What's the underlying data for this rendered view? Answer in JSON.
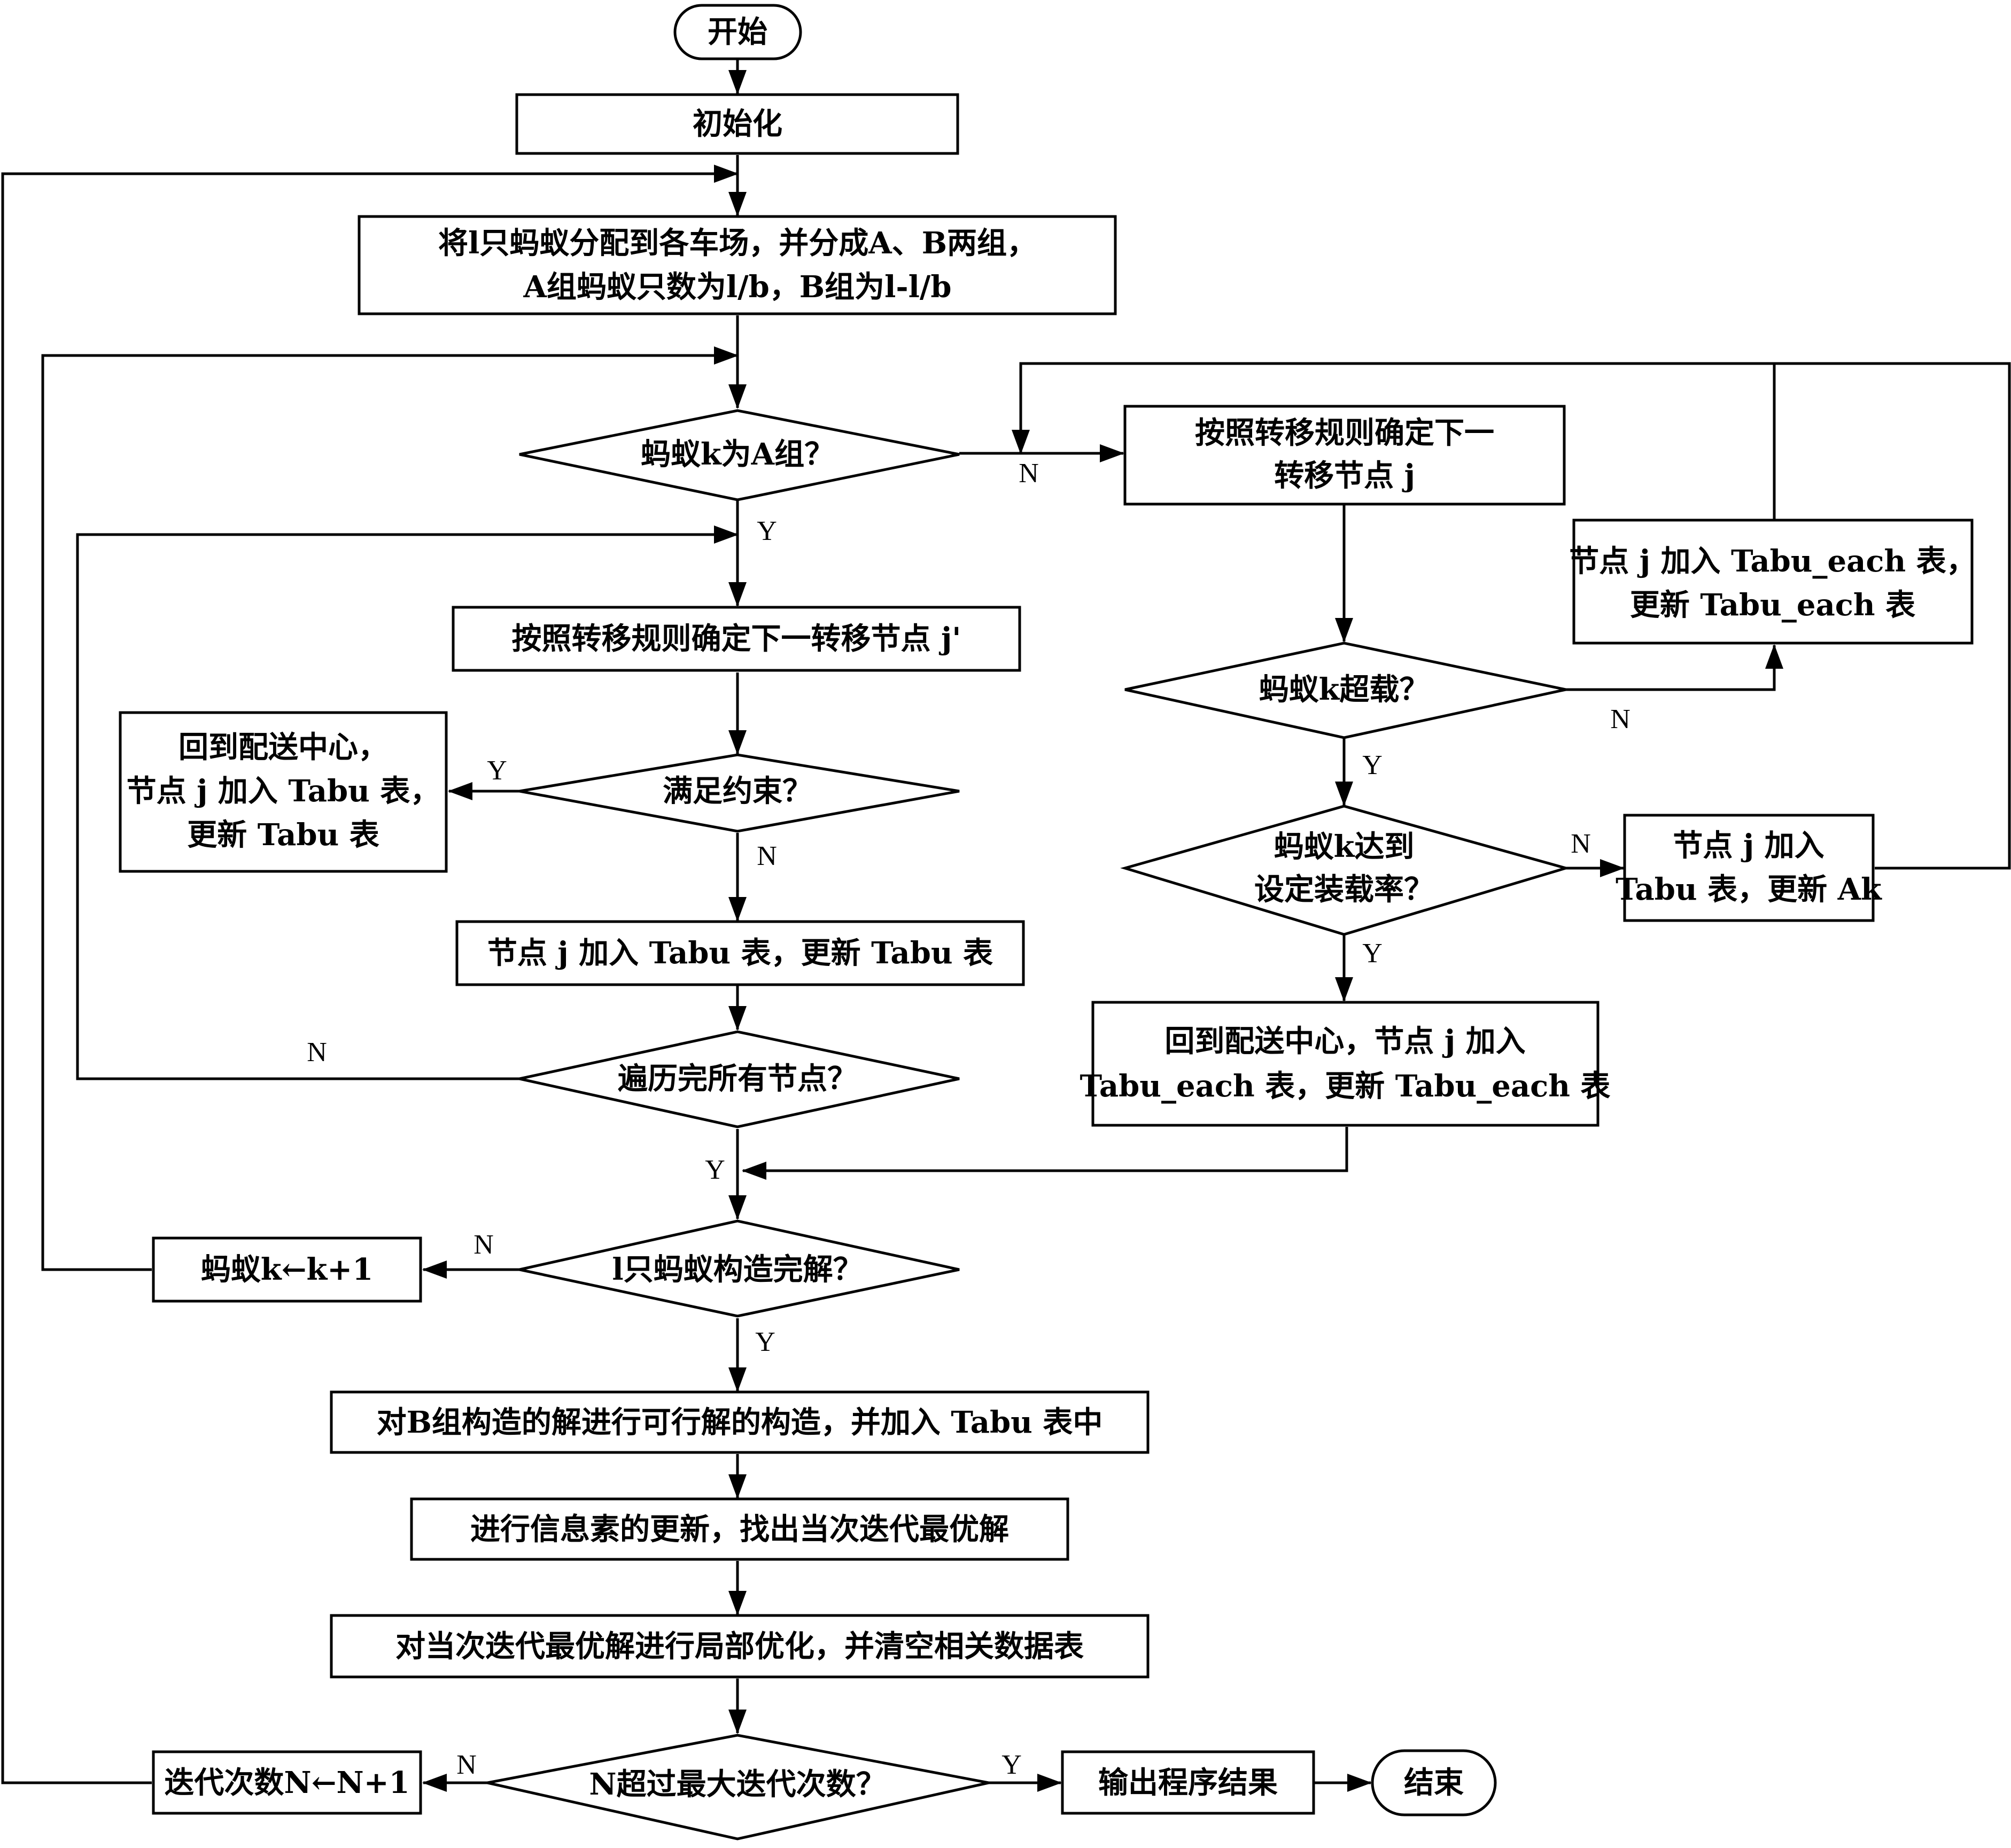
{
  "nodes": {
    "start": "开始",
    "init": "初始化",
    "assign_1": "将l只蚂蚁分配到各车场，并分成A、B两组，",
    "assign_2": "A组蚂蚁只数为l/b，B组为l-l/b",
    "is_group_a": "蚂蚁k为A组？",
    "a_next_node": "按照转移规则确定下一转移节点 j'",
    "a_constraint": "满足约束？",
    "a_return_1": "回到配送中心，",
    "a_return_2": "节点 j 加入 Tabu 表，",
    "a_return_3": "更新 Tabu 表",
    "a_add_tabu": "节点 j 加入 Tabu 表，更新 Tabu 表",
    "a_all_visited": "遍历完所有节点？",
    "b_next_1": "按照转移规则确定下一",
    "b_next_2": "转移节点 j",
    "b_each_1": "节点 j 加入 Tabu_each 表，",
    "b_each_2": "更新 Tabu_each 表",
    "b_overload": "蚂蚁k超载？",
    "b_rate_1": "蚂蚁k达到",
    "b_rate_2": "设定装载率？",
    "b_add_ak_1": "节点 j 加入",
    "b_add_ak_2": "Tabu 表，更新 Ak",
    "b_return_1": "回到配送中心，节点 j 加入",
    "b_return_2": "Tabu_each 表，更新 Tabu_each 表",
    "all_built": "l只蚂蚁构造完解？",
    "ant_incr": "蚂蚁k←k+1",
    "b_feasible": "对B组构造的解进行可行解的构造，并加入 Tabu 表中",
    "pheromone": "进行信息素的更新，找出当次迭代最优解",
    "local_opt": "对当次迭代最优解进行局部优化，并清空相关数据表",
    "max_iter": "N超过最大迭代次数？",
    "iter_incr": "迭代次数N←N+1",
    "output": "输出程序结果",
    "end": "结束"
  },
  "branch_labels": {
    "yes": "Y",
    "no": "N"
  }
}
